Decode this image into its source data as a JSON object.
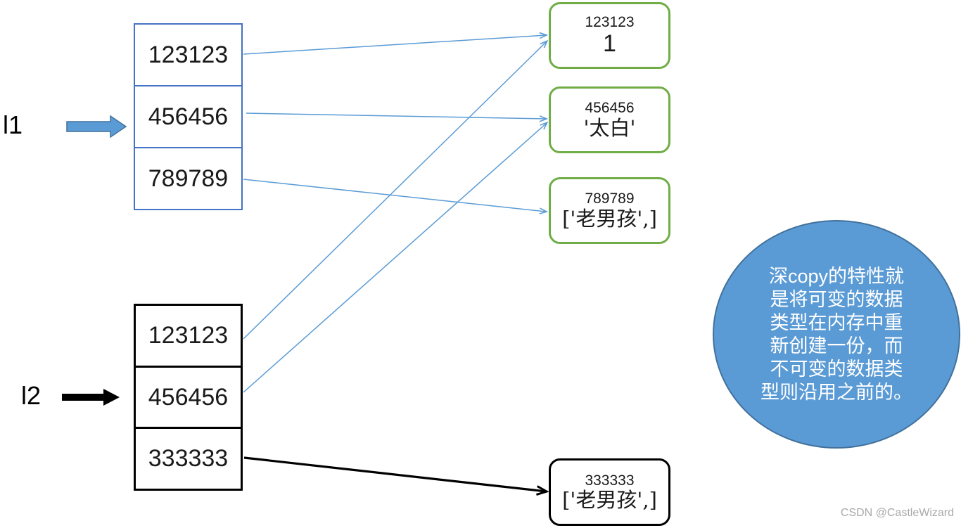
{
  "lists": {
    "l1": {
      "name": "l1",
      "cells": [
        "123123",
        "456456",
        "789789"
      ]
    },
    "l2": {
      "name": "l2",
      "cells": [
        "123123",
        "456456",
        "333333"
      ]
    }
  },
  "value_boxes": [
    {
      "address": "123123",
      "value": "1",
      "style": "green"
    },
    {
      "address": "456456",
      "value": "'太白'",
      "style": "green"
    },
    {
      "address": "789789",
      "value": "['老男孩',]",
      "style": "green"
    },
    {
      "address": "333333",
      "value": "['老男孩',]",
      "style": "black"
    }
  ],
  "annotation": {
    "lines": [
      "深copy的特性就",
      "是将可变的数据",
      "类型在内存中重",
      "新创建一份，而",
      "不可变的数据类",
      "型则沿用之前的。"
    ]
  },
  "watermark": "CSDN @CastleWizard",
  "colors": {
    "list1_border": "#4472C4",
    "list2_border": "#000000",
    "value_box_green": "#70AD47",
    "value_box_black": "#000000",
    "connector_blue": "#5B9BD5",
    "connector_black": "#000000",
    "circle_fill": "#5B9BD5",
    "circle_border": "#41719C",
    "circle_text": "#ffffff",
    "watermark_text": "#a9a9a9"
  }
}
